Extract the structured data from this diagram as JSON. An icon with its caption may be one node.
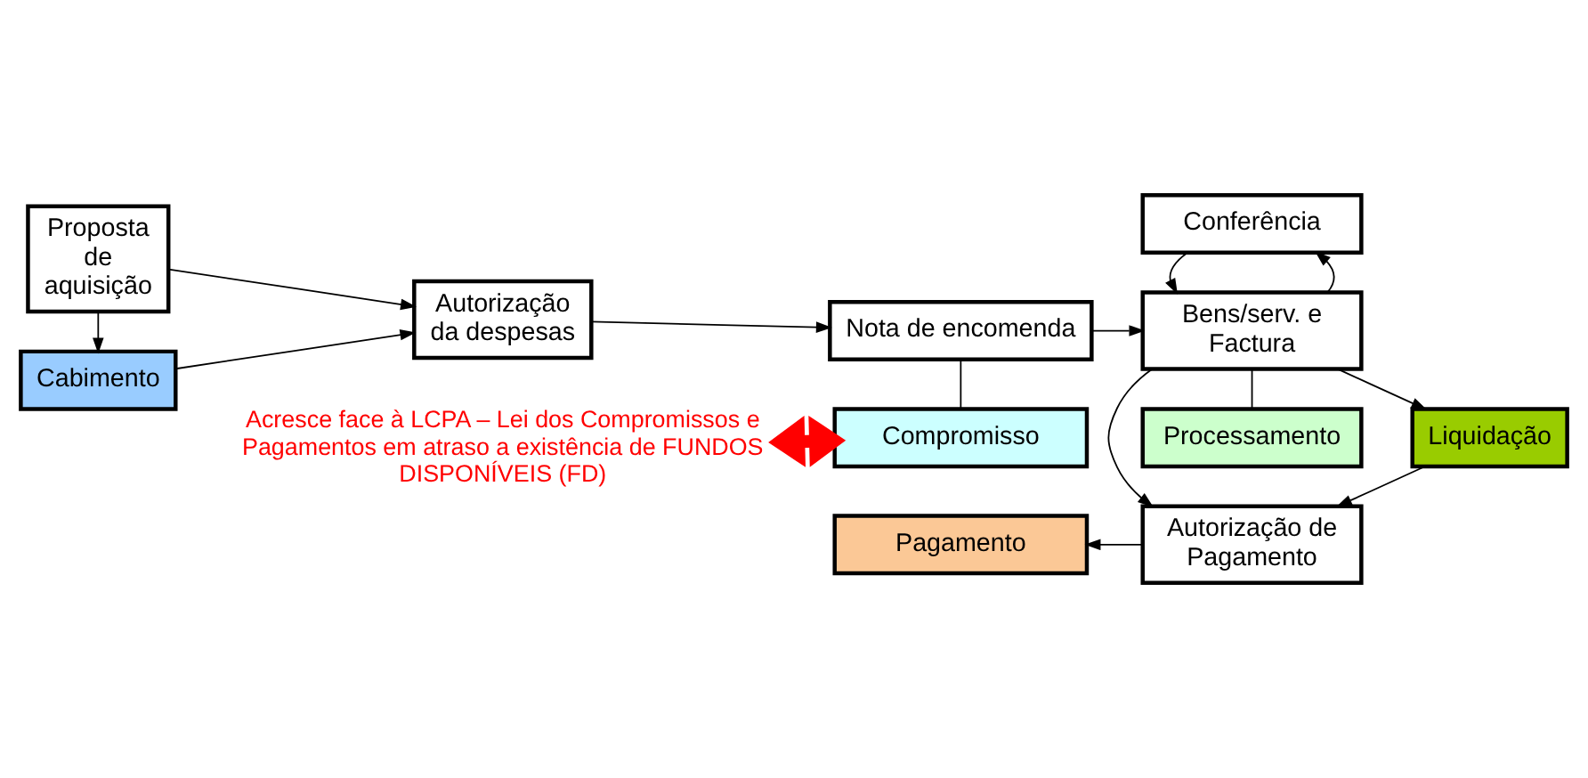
{
  "diagram": {
    "nodes": [
      {
        "text": [
          "Proposta de aquisição"
        ]
      },
      {
        "text": [
          "Autorização da despesas"
        ]
      },
      {
        "text": [
          "Nota de encomenda"
        ]
      },
      {
        "text": [
          "Conferência"
        ]
      },
      {
        "text": [
          "Bens/serv. e Factura"
        ]
      },
      {
        "text": [
          "Liquidação"
        ]
      },
      {
        "text": [
          "Cabimento"
        ]
      },
      {
        "text": [
          "Compromisso"
        ]
      },
      {
        "text": [
          "Processamento"
        ]
      },
      {
        "text": [
          "Pagamento"
        ]
      },
      {
        "text": [
          "Autorização de Pagamento"
        ]
      },
      {
        "text": [
          "Acresce face à LCPA – Lei dos Compromissos e Pagamentos em atraso a existência de FUNDOS DISPONÍVEIS (FD)"
        ]
      }
    ],
    "edges": [
      {
        "from": 0,
        "to": 1,
        "arrow": "to"
      },
      {
        "from": 0,
        "to": 6,
        "arrow": "to"
      },
      {
        "from": 6,
        "to": 1,
        "arrow": "to"
      },
      {
        "from": 1,
        "to": 2,
        "arrow": "to"
      },
      {
        "from": 2,
        "to": 4,
        "arrow": "to"
      },
      {
        "from": 4,
        "to": 3,
        "arrow": "to"
      },
      {
        "from": 3,
        "to": 4,
        "arrow": "to"
      },
      {
        "from": 4,
        "to": 5,
        "arrow": "to"
      },
      {
        "from": 4,
        "to": 10,
        "arrow": "to"
      },
      {
        "from": 5,
        "to": 10,
        "arrow": "to"
      },
      {
        "from": 10,
        "to": 9,
        "arrow": "to"
      },
      {
        "from": 2,
        "to": 7,
        "arrow": "none"
      },
      {
        "from": 4,
        "to": 8,
        "arrow": "none"
      },
      {
        "from": 11,
        "to": 7,
        "arrow": "both",
        "style": "thick",
        "color": "#ff0000"
      }
    ]
  }
}
